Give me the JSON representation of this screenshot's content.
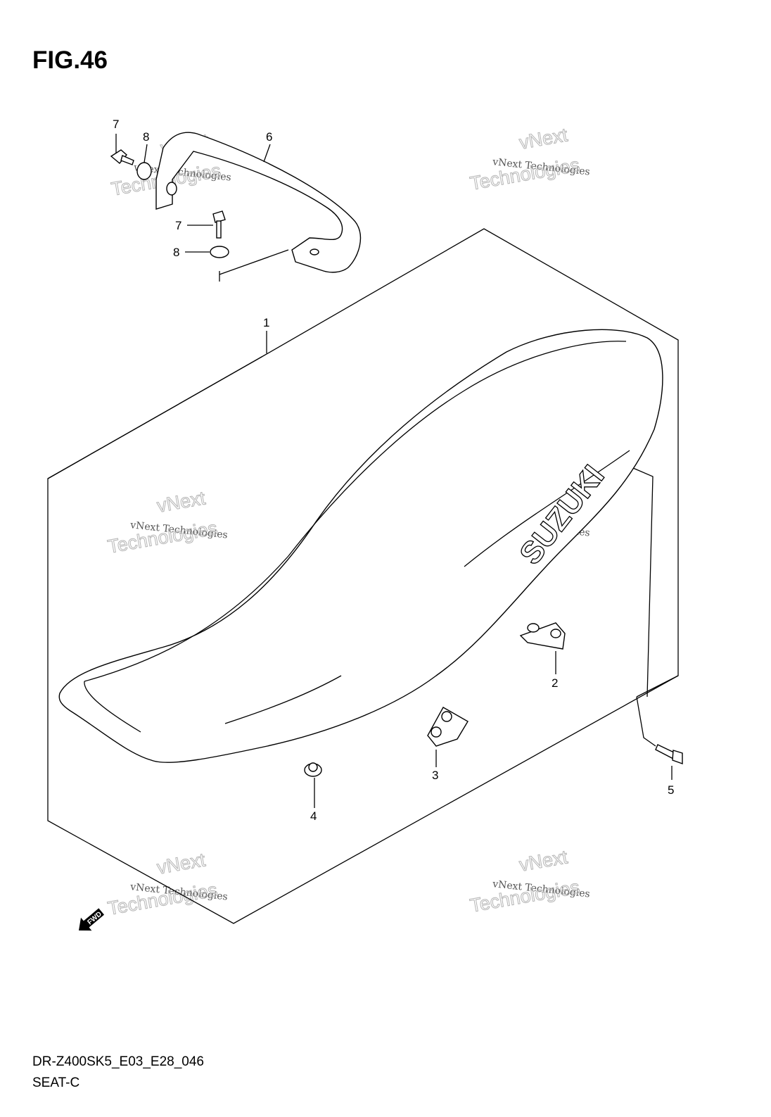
{
  "figure": {
    "title": "FIG.46",
    "diagram_code": "DR-Z400SK5_E03_E28_046",
    "section_name": "SEAT-C"
  },
  "callouts": [
    "1",
    "2",
    "3",
    "4",
    "5",
    "6",
    "7",
    "8",
    "7",
    "8"
  ],
  "brand_text": "SUZUKI",
  "direction_label": "FWD",
  "watermark": {
    "line1": "vNext Technologies",
    "line2": "vNext",
    "line3": "Technologies"
  }
}
